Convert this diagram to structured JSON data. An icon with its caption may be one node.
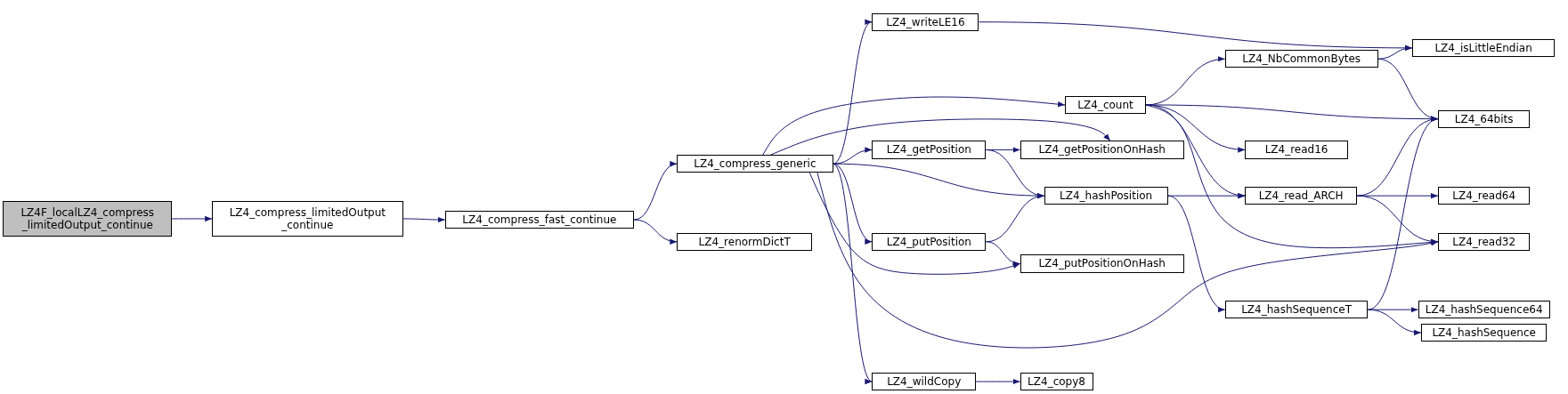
{
  "diagram": {
    "nodes": [
      {
        "text": [
          "LZ4F_localLZ4_compress _limitedOutput_continue"
        ]
      },
      {
        "text": [
          "LZ4_compress_limitedOutput _continue"
        ]
      },
      {
        "text": [
          "LZ4_compress_fast_continue"
        ]
      },
      {
        "text": [
          "LZ4_compress_generic"
        ]
      },
      {
        "text": [
          "LZ4_renormDictT"
        ]
      },
      {
        "text": [
          "LZ4_writeLE16"
        ]
      },
      {
        "text": [
          "LZ4_count"
        ]
      },
      {
        "text": [
          "LZ4_getPosition"
        ]
      },
      {
        "text": [
          "LZ4_getPositionOnHash"
        ]
      },
      {
        "text": [
          "LZ4_hashPosition"
        ]
      },
      {
        "text": [
          "LZ4_putPosition"
        ]
      },
      {
        "text": [
          "LZ4_putPositionOnHash"
        ]
      },
      {
        "text": [
          "LZ4_wildCopy"
        ]
      },
      {
        "text": [
          "LZ4_copy8"
        ]
      },
      {
        "text": [
          "LZ4_NbCommonBytes"
        ]
      },
      {
        "text": [
          "LZ4_read16"
        ]
      },
      {
        "text": [
          "LZ4_read_ARCH"
        ]
      },
      {
        "text": [
          "LZ4_hashSequenceT"
        ]
      },
      {
        "text": [
          "LZ4_isLittleEndian"
        ]
      },
      {
        "text": [
          "LZ4_64bits"
        ]
      },
      {
        "text": [
          "LZ4_read64"
        ]
      },
      {
        "text": [
          "LZ4_read32"
        ]
      },
      {
        "text": [
          "LZ4_hashSequence64"
        ]
      },
      {
        "text": [
          "LZ4_hashSequence"
        ]
      }
    ],
    "edges": [
      {
        "from": 0,
        "to": 1,
        "arrow": "to"
      },
      {
        "from": 1,
        "to": 2,
        "arrow": "to"
      },
      {
        "from": 2,
        "to": 3,
        "arrow": "to"
      },
      {
        "from": 2,
        "to": 4,
        "arrow": "to"
      },
      {
        "from": 3,
        "to": 5,
        "arrow": "to"
      },
      {
        "from": 3,
        "to": 6,
        "arrow": "to"
      },
      {
        "from": 3,
        "to": 8,
        "arrow": "to"
      },
      {
        "from": 3,
        "to": 7,
        "arrow": "to"
      },
      {
        "from": 3,
        "to": 9,
        "arrow": "to"
      },
      {
        "from": 3,
        "to": 10,
        "arrow": "to"
      },
      {
        "from": 3,
        "to": 11,
        "arrow": "to"
      },
      {
        "from": 3,
        "to": 21,
        "arrow": "to"
      },
      {
        "from": 3,
        "to": 12,
        "arrow": "to"
      },
      {
        "from": 5,
        "to": 18,
        "arrow": "to"
      },
      {
        "from": 6,
        "to": 14,
        "arrow": "to"
      },
      {
        "from": 6,
        "to": 19,
        "arrow": "to"
      },
      {
        "from": 6,
        "to": 15,
        "arrow": "to"
      },
      {
        "from": 6,
        "to": 16,
        "arrow": "to"
      },
      {
        "from": 6,
        "to": 21,
        "arrow": "to"
      },
      {
        "from": 7,
        "to": 8,
        "arrow": "to"
      },
      {
        "from": 7,
        "to": 9,
        "arrow": "to"
      },
      {
        "from": 10,
        "to": 9,
        "arrow": "to"
      },
      {
        "from": 10,
        "to": 11,
        "arrow": "to"
      },
      {
        "from": 9,
        "to": 16,
        "arrow": "to"
      },
      {
        "from": 9,
        "to": 17,
        "arrow": "to"
      },
      {
        "from": 14,
        "to": 18,
        "arrow": "to"
      },
      {
        "from": 14,
        "to": 19,
        "arrow": "to"
      },
      {
        "from": 16,
        "to": 19,
        "arrow": "to"
      },
      {
        "from": 16,
        "to": 20,
        "arrow": "to"
      },
      {
        "from": 16,
        "to": 21,
        "arrow": "to"
      },
      {
        "from": 17,
        "to": 19,
        "arrow": "to"
      },
      {
        "from": 17,
        "to": 22,
        "arrow": "to"
      },
      {
        "from": 17,
        "to": 23,
        "arrow": "to"
      },
      {
        "from": 12,
        "to": 13,
        "arrow": "to"
      }
    ]
  }
}
